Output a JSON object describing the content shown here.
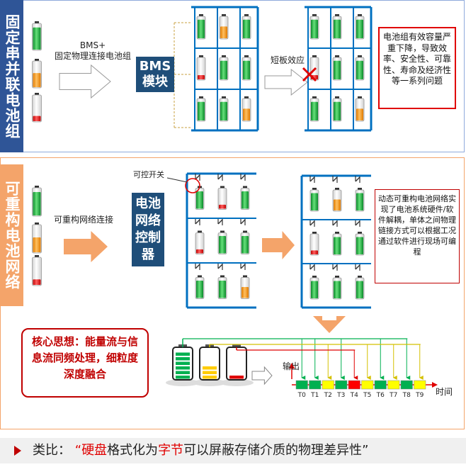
{
  "sections": {
    "top_label": "固定串并联电池组",
    "bottom_label": "可重构电池网络"
  },
  "top": {
    "arrow_text": "BMS+\n固定物理连接电池组",
    "bms_box": "BMS\n模块",
    "short_board": "短板效应",
    "problem_text": "电池组有效容量严重下降，导致效率、安全性、可靠性、寿命及经济性等一系列问题"
  },
  "bottom": {
    "switch_label": "可控开关",
    "arrow_text": "可重构网络连接",
    "controller_box": "电池\n网络\n控制\n器",
    "desc_text": "动态可重构电池网络实现了电池系统硬件/软件解耦，单体之间物理链接方式可以根据工况通过软件进行现场可编程",
    "core_idea": "核心思想：能量流与信息流同频处理，细粒度深度融合",
    "output_label": "输出",
    "time_label": "时间",
    "time_slots": [
      "T0",
      "T1",
      "T2",
      "T3",
      "T4",
      "T5",
      "T6",
      "T7",
      "T8",
      "T9"
    ],
    "slot_colors": [
      "#00b050",
      "#00b050",
      "#ffff00",
      "#00b050",
      "#ff0000",
      "#ffff00",
      "#00b050",
      "#ffff00",
      "#00b050",
      "#ffff00"
    ]
  },
  "footer": {
    "prefix": "类比：",
    "q_open": "“",
    "p1": "硬盘",
    "p2": "格式化为",
    "p3": "字节",
    "p4": "可以屏蔽存储介质的物理差异性",
    "q_close": "”"
  },
  "colors": {
    "blue_label": "#2f5597",
    "orange_label": "#f4a46a",
    "wire_blue": "#0070c0",
    "arrow_orange": "#f4a46a",
    "battery_green": "#00b050",
    "battery_orange": "#f4a020",
    "battery_red": "#e00000"
  }
}
